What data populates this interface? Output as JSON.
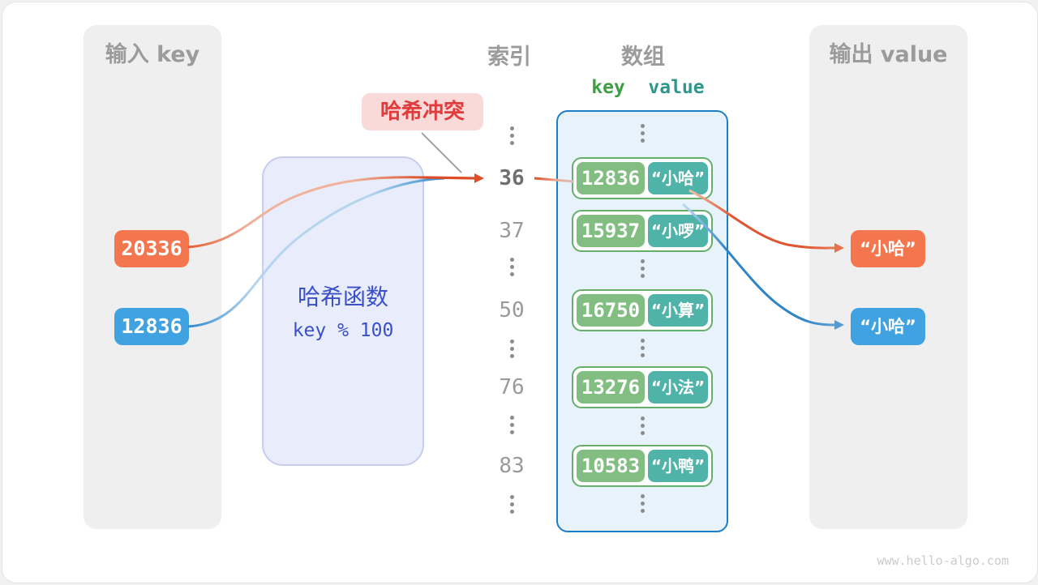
{
  "watermark": "www.hello-algo.com",
  "palette": {
    "orange": "#F3764F",
    "blue": "#41A2E2",
    "arrow_orange": "#DC4E27",
    "arrow_blue": "#2F84C6",
    "green_key_box": "#82BE82",
    "teal_value_box": "#4FB3AA",
    "pair_border": "#67AE6A",
    "array_border": "#1B7EC8",
    "array_fill": "#E7F2FB",
    "hash_fill": "#E9EDFB",
    "hash_border": "#C5CDF0",
    "hash_text": "#3A50C8",
    "collision_bg": "#FAD9D9",
    "collision_text": "#E23B3B",
    "panel_bg": "#EFEFEF",
    "muted_header": "#9B9B9B",
    "index_text": "#9A9A9A",
    "index_highlight": "#6F6F6F",
    "key_header_green": "#3F9E44",
    "value_header_teal": "#2F978A"
  },
  "input_panel": {
    "title": "输入 key",
    "keys": [
      {
        "label": "20336",
        "color": "orange"
      },
      {
        "label": "12836",
        "color": "blue"
      }
    ]
  },
  "hash_box": {
    "title": "哈希函数",
    "formula": "key % 100"
  },
  "collision_label": {
    "text": "哈希冲突"
  },
  "index_column": {
    "title": "索引",
    "rows": [
      {
        "type": "ellipsis"
      },
      {
        "type": "index",
        "label": "36",
        "highlight": true
      },
      {
        "type": "index",
        "label": "37"
      },
      {
        "type": "ellipsis"
      },
      {
        "type": "index",
        "label": "50"
      },
      {
        "type": "ellipsis"
      },
      {
        "type": "index",
        "label": "76"
      },
      {
        "type": "ellipsis"
      },
      {
        "type": "index",
        "label": "83"
      },
      {
        "type": "ellipsis"
      }
    ]
  },
  "array_panel": {
    "title": "数组",
    "key_header": "key",
    "value_header": "value",
    "pairs": [
      {
        "key": "12836",
        "value": "“小哈”"
      },
      {
        "key": "15937",
        "value": "“小啰”"
      },
      {
        "key": "16750",
        "value": "“小算”"
      },
      {
        "key": "13276",
        "value": "“小法”"
      },
      {
        "key": "10583",
        "value": "“小鸭”"
      }
    ]
  },
  "output_panel": {
    "title": "输出 value",
    "values": [
      {
        "label": "“小哈”",
        "color": "orange"
      },
      {
        "label": "“小哈”",
        "color": "blue"
      }
    ]
  }
}
